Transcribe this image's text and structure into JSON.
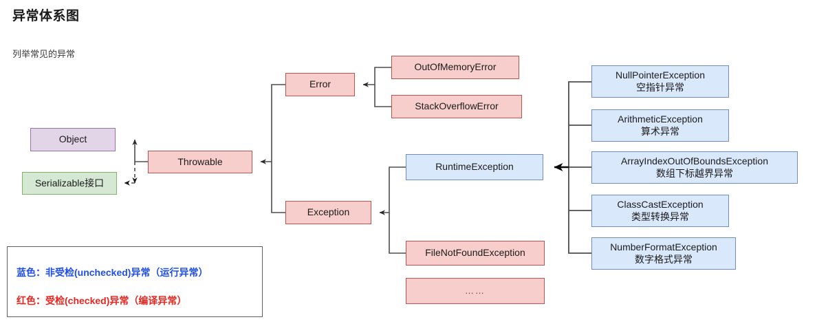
{
  "header": {
    "title": "异常体系图",
    "subtitle": "列举常见的异常"
  },
  "colors": {
    "red_fill": "#f8cecc",
    "red_stroke": "#b85450",
    "blue_fill": "#dae8fc",
    "blue_stroke": "#6c8ebf",
    "purple_fill": "#e1d5e7",
    "purple_stroke": "#9673a6",
    "green_fill": "#d5e8d4",
    "green_stroke": "#82b366",
    "legend_blue_text": "#1f4ee8",
    "legend_red_text": "#e8261f",
    "edge": "#4d4d4d"
  },
  "nodes": {
    "object": {
      "label": "Object"
    },
    "serializable": {
      "label": "Serializable接口"
    },
    "throwable": {
      "label": "Throwable"
    },
    "error": {
      "label": "Error"
    },
    "exception": {
      "label": "Exception"
    },
    "out_of_memory_error": {
      "label": "OutOfMemoryError"
    },
    "stack_overflow_error": {
      "label": "StackOverflowError"
    },
    "runtime_exception": {
      "label": "RuntimeException"
    },
    "file_not_found_exception": {
      "label": "FileNotFoundException"
    },
    "ellipsis": {
      "label": "……"
    },
    "null_pointer_exception": {
      "label": "NullPointerException",
      "label_cn": "空指针异常"
    },
    "arithmetic_exception": {
      "label": "ArithmeticException",
      "label_cn": "算术异常"
    },
    "array_index_out_of_bounds_exception": {
      "label": "ArrayIndexOutOfBoundsException",
      "label_cn": "数组下标越界异常"
    },
    "class_cast_exception": {
      "label": "ClassCastException",
      "label_cn": "类型转换异常"
    },
    "number_format_exception": {
      "label": "NumberFormatException",
      "label_cn": "数字格式异常"
    }
  },
  "legend": {
    "blue_text": "蓝色：非受检(unchecked)异常（运行异常）",
    "red_text": "红色：受检(checked)异常（编译异常）"
  }
}
